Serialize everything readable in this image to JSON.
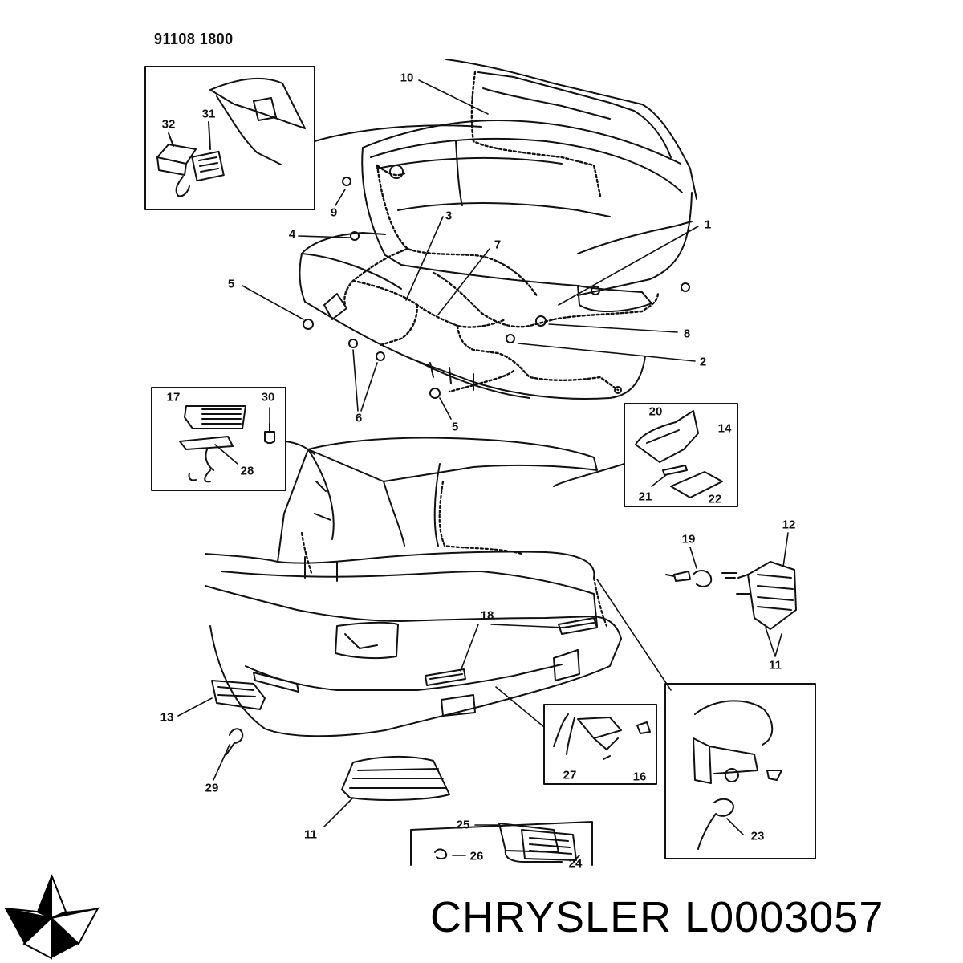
{
  "diagram": {
    "drawing_code": "91108 1800",
    "brand_text": "CHRYSLER L0003057",
    "brand_logo_icon": "chrysler-pentastar-icon",
    "ink_color": "#111111",
    "background_color": "#ffffff",
    "callouts": {
      "c1": "1",
      "c2": "2",
      "c3": "3",
      "c4": "4",
      "c5a": "5",
      "c5b": "5",
      "c6": "6",
      "c7": "7",
      "c8": "8",
      "c9": "9",
      "c10": "10",
      "c11a": "11",
      "c11b": "11",
      "c12": "12",
      "c13": "13",
      "c14": "14",
      "c16": "16",
      "c17": "17",
      "c18": "18",
      "c19": "19",
      "c20": "20",
      "c21": "21",
      "c22": "22",
      "c23": "23",
      "c24": "24",
      "c25": "25",
      "c26": "26",
      "c27": "27",
      "c28": "28",
      "c29": "29",
      "c30": "30",
      "c31": "31",
      "c32": "32"
    }
  }
}
